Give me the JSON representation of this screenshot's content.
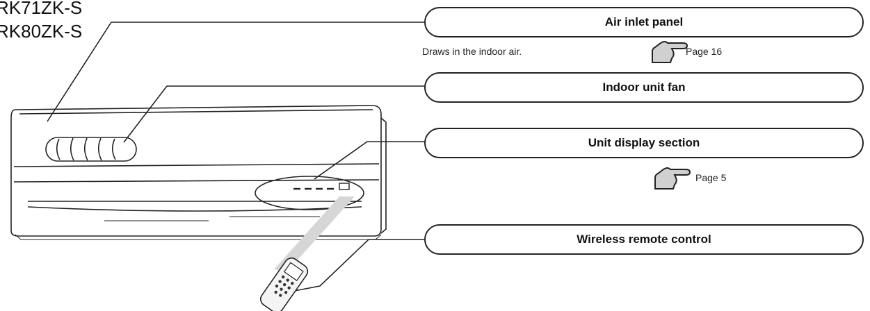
{
  "models": [
    "RK71ZK-S",
    "RK80ZK-S"
  ],
  "callouts": {
    "air_inlet": {
      "label": "Air inlet panel",
      "description": "Draws in the indoor air.",
      "page_ref": "Page 16"
    },
    "indoor_fan": {
      "label": "Indoor unit fan"
    },
    "display": {
      "label": "Unit display section",
      "page_ref": "Page 5"
    },
    "remote": {
      "label": "Wireless remote control"
    }
  },
  "icons": [
    "pointing-hand-icon",
    "air-conditioner-illustration",
    "remote-control-illustration"
  ]
}
